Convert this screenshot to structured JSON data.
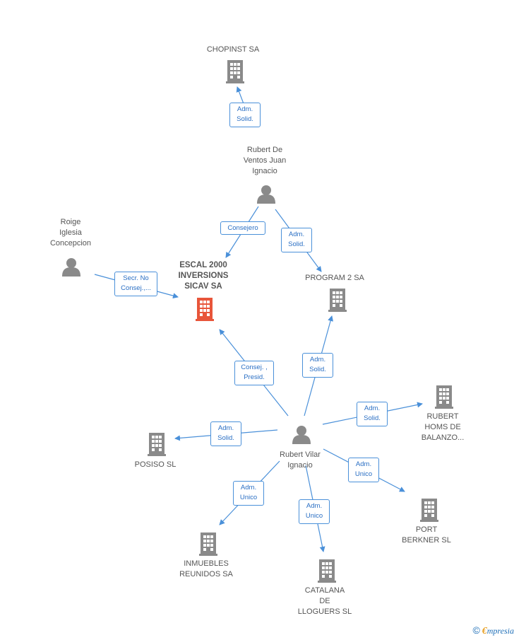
{
  "colors": {
    "accent": "#4a90d9",
    "building": "#8a8a8a",
    "central": "#e8553a",
    "person": "#8a8a8a"
  },
  "nodes": {
    "escal": {
      "label": "ESCAL 2000\nINVERSIONS\nSICAV SA",
      "icon": "building-icon"
    },
    "chopinst": {
      "label": "CHOPINST SA",
      "icon": "building-icon"
    },
    "rubert_de_ventos": {
      "label": "Rubert De\nVentos Juan\nIgnacio",
      "icon": "person-icon"
    },
    "roige": {
      "label": "Roige\nIglesia\nConcepcion",
      "icon": "person-icon"
    },
    "program2": {
      "label": "PROGRAM 2 SA",
      "icon": "building-icon"
    },
    "rubert_vilar": {
      "label": "Rubert Vilar\nIgnacio",
      "icon": "person-icon"
    },
    "rubert_homs": {
      "label": "RUBERT\nHOMS DE\nBALANZO...",
      "icon": "building-icon"
    },
    "posiso": {
      "label": "POSISO SL",
      "icon": "building-icon"
    },
    "port_berkner": {
      "label": "PORT\nBERKNER SL",
      "icon": "building-icon"
    },
    "inmuebles": {
      "label": "INMUEBLES\nREUNIDOS SA",
      "icon": "building-icon"
    },
    "catalana": {
      "label": "CATALANA\nDE\nLLOGUERS SL",
      "icon": "building-icon"
    }
  },
  "edges": {
    "e1": "Adm.\nSolid.",
    "e2": "Consejero",
    "e3": "Adm.\nSolid.",
    "e4": "Secr.  No\nConsej.,...",
    "e5": "Consej. ,\nPresid.",
    "e6": "Adm.\nSolid.",
    "e7": "Adm.\nSolid.",
    "e8": "Adm.\nSolid.",
    "e9": "Adm.\nUnico",
    "e10": "Adm.\nUnico",
    "e11": "Adm.\nUnico"
  },
  "brand": {
    "copyright": "©",
    "initial": "€",
    "name": "mpresia"
  }
}
